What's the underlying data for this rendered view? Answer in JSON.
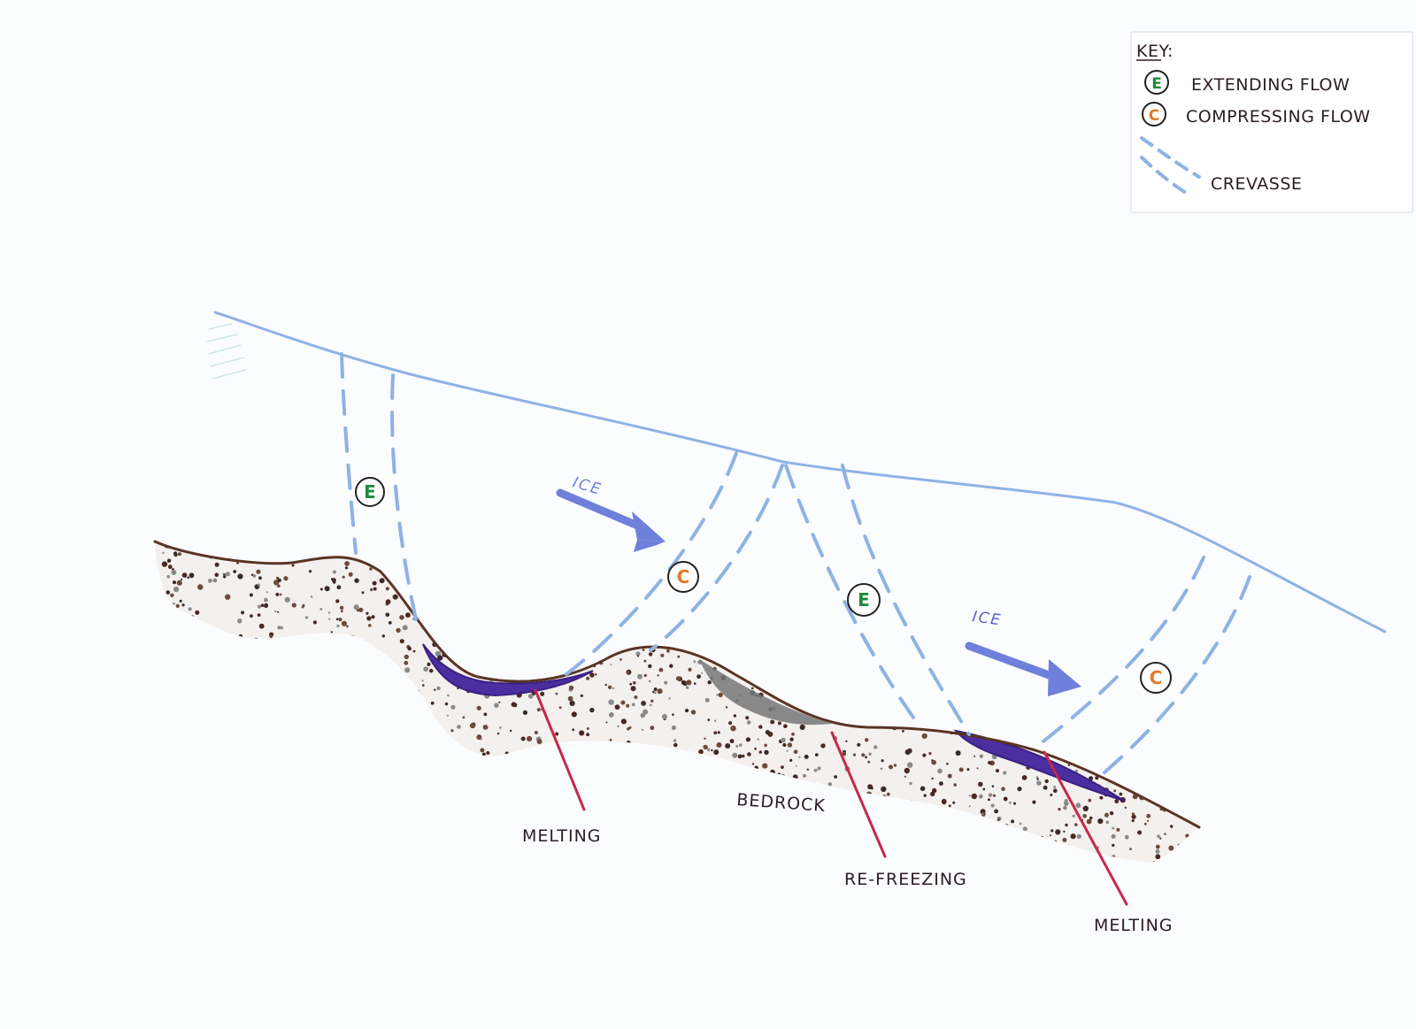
{
  "key": {
    "title": "KEY:",
    "extending_letter": "E",
    "extending_label": "EXTENDING FLOW",
    "compressing_letter": "C",
    "compressing_label": "COMPRESSING FLOW",
    "crevasse_label": "CREVASSE"
  },
  "labels": {
    "ice_1": "ICE",
    "ice_2": "ICE",
    "bedrock": "BEDROCK",
    "melting_1": "MELTING",
    "refreezing": "RE-FREEZING",
    "melting_2": "MELTING"
  },
  "badges": {
    "e1": "E",
    "c1": "C",
    "e2": "E",
    "c2": "C"
  },
  "colors": {
    "ice_outline": "#8fb2e4",
    "crevasse": "#8fb2e4",
    "arrow": "#6f80db",
    "extending": "#1f8a3a",
    "compressing": "#e07a2a",
    "meltwater": "#4b2fa0",
    "refreeze_ice": "#777777",
    "bedrock_outline": "#5a3424",
    "bedrock_dots": "#4a2a20",
    "pointer_lines": "#c8284a"
  }
}
